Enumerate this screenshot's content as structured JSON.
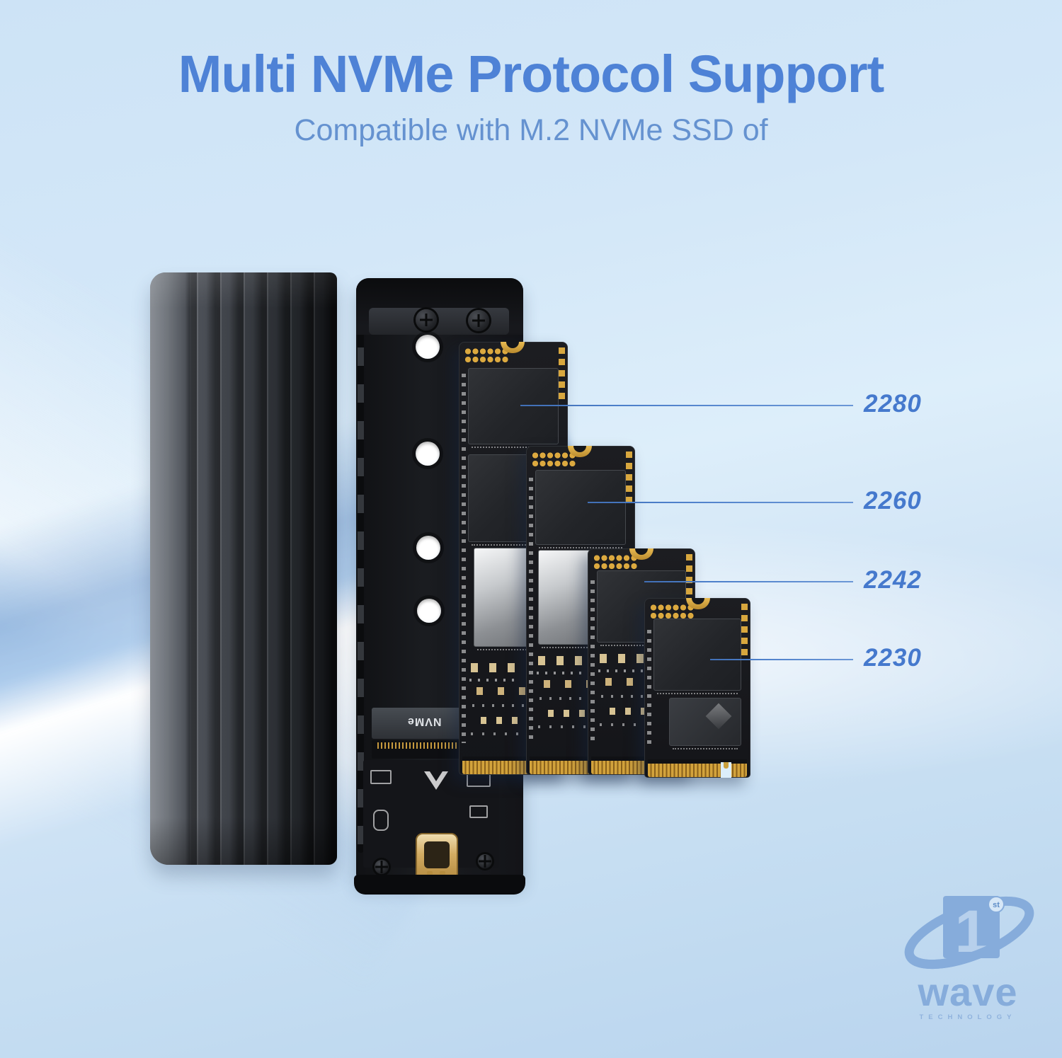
{
  "title": "Multi NVMe Protocol Support",
  "subtitle": "Compatible with M.2 NVMe SSD of",
  "callouts": [
    {
      "size": "2280"
    },
    {
      "size": "2260"
    },
    {
      "size": "2242"
    },
    {
      "size": "2230"
    }
  ],
  "tray": {
    "slot_text": "NVMe"
  },
  "logo": {
    "numeral": "1",
    "ordinal": "st",
    "brand": "wave",
    "tagline": "TECHNOLOGY"
  },
  "colors": {
    "heading_blue": "#4e82d6",
    "subtitle_blue": "#6592d0",
    "callout_blue": "#4579cd",
    "callout_line_blue": "#4c7fca",
    "logo_blue": "#86acdb",
    "background_blue": "#d3e7f8",
    "enclosure_gray": "#3f434a",
    "pcb_black": "#17181b",
    "gold": "#d3a33c"
  }
}
